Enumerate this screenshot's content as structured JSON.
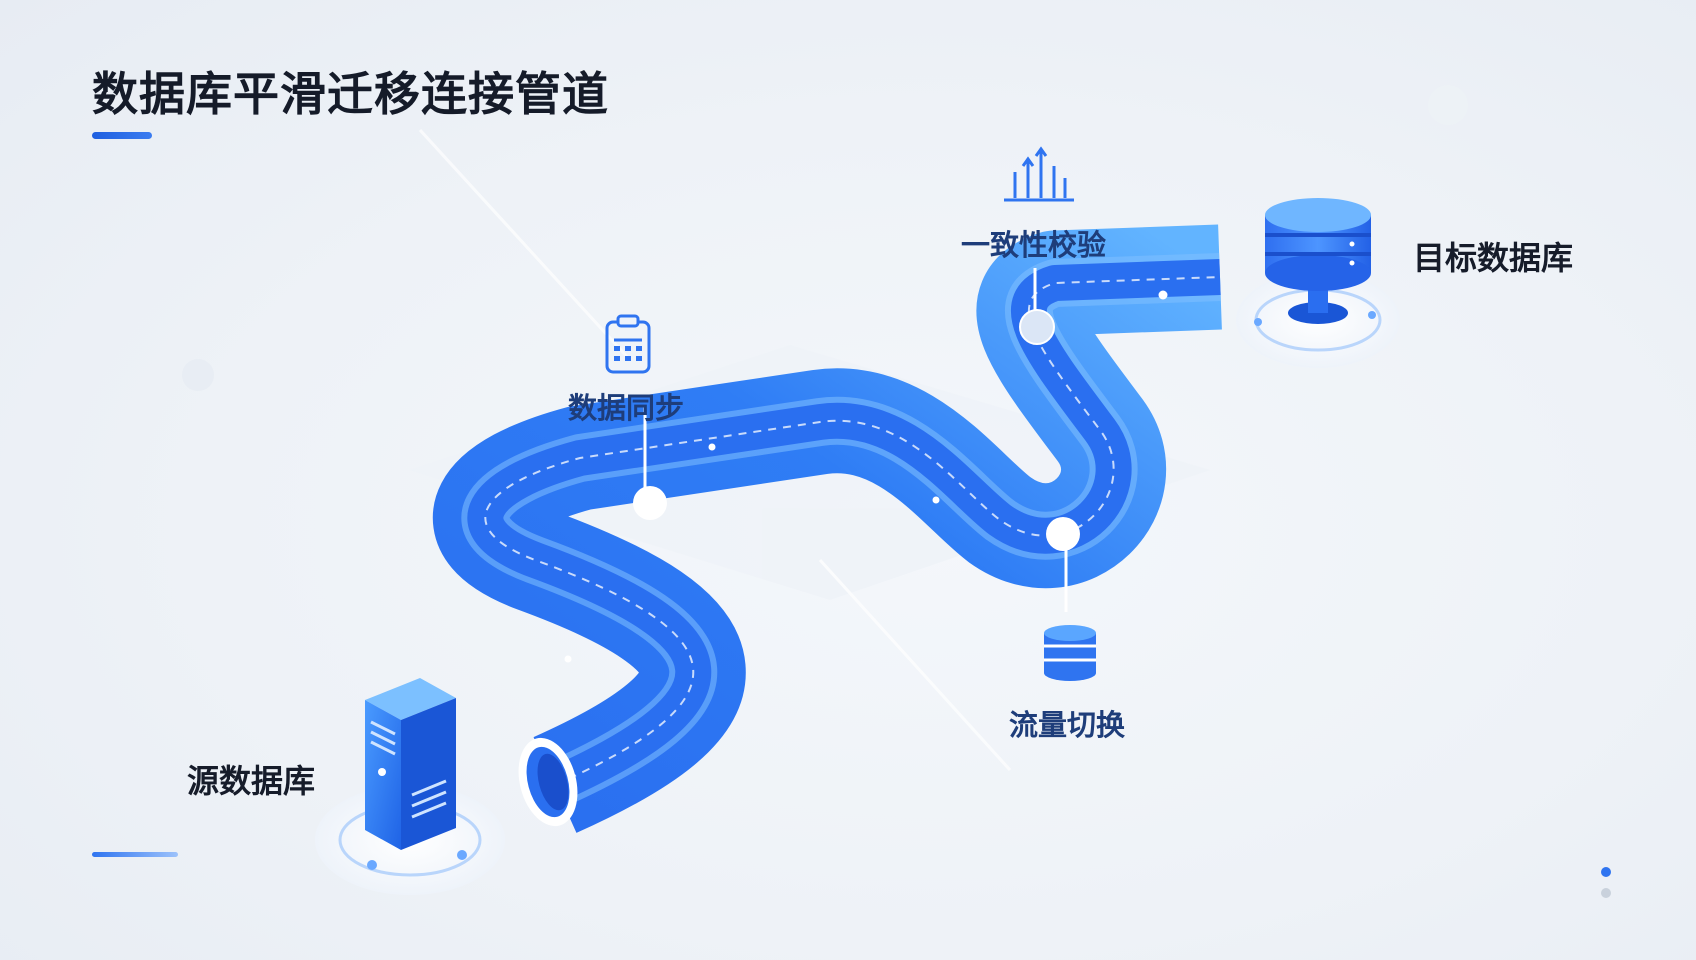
{
  "title": "数据库平滑迁移连接管道",
  "nodes": {
    "source": {
      "label": "源数据库",
      "icon": "server-icon"
    },
    "target": {
      "label": "目标数据库",
      "icon": "database-cylinder-icon"
    }
  },
  "stages": [
    {
      "label": "数据同步",
      "icon": "clipboard-grid-icon"
    },
    {
      "label": "一致性校验",
      "icon": "chart-arrows-icon"
    },
    {
      "label": "流量切换",
      "icon": "database-stack-icon"
    }
  ],
  "colors": {
    "pipe_blue": "#2f74f0",
    "pipe_light": "#5aa6ff",
    "title_text": "#151b29",
    "stage_text": "#1e3d7a",
    "pager_active": "#2f74f0",
    "pager_inactive": "#c9d1dc"
  },
  "pager": {
    "total": 2,
    "current": 1
  }
}
